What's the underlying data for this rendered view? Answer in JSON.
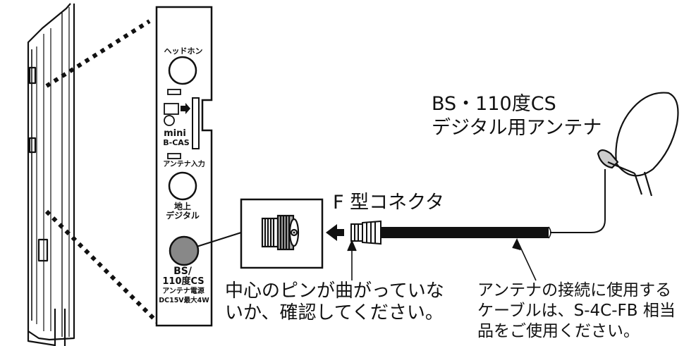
{
  "panel": {
    "headphone": "ヘッドホン",
    "mini": "mini",
    "bcas": "B-CAS",
    "antenna_input": "アンテナ入力",
    "terrestrial_1": "地上",
    "terrestrial_2": "デジタル",
    "bs_1": "BS/",
    "bs_2": "110度CS",
    "bs_3": "アンテナ電源",
    "bs_4": "DC15V最大4W"
  },
  "labels": {
    "antenna_title_1": "BS・110度CS",
    "antenna_title_2": "デジタル用アンテナ",
    "connector": "F 型コネクタ",
    "pin_note_1": "中心のピンが曲がっていな",
    "pin_note_2": "いか、確認してください。",
    "cable_note_1": "アンテナの接続に使用する",
    "cable_note_2": "ケーブルは、S-4C-FB 相当",
    "cable_note_3": "品をご使用ください。"
  }
}
